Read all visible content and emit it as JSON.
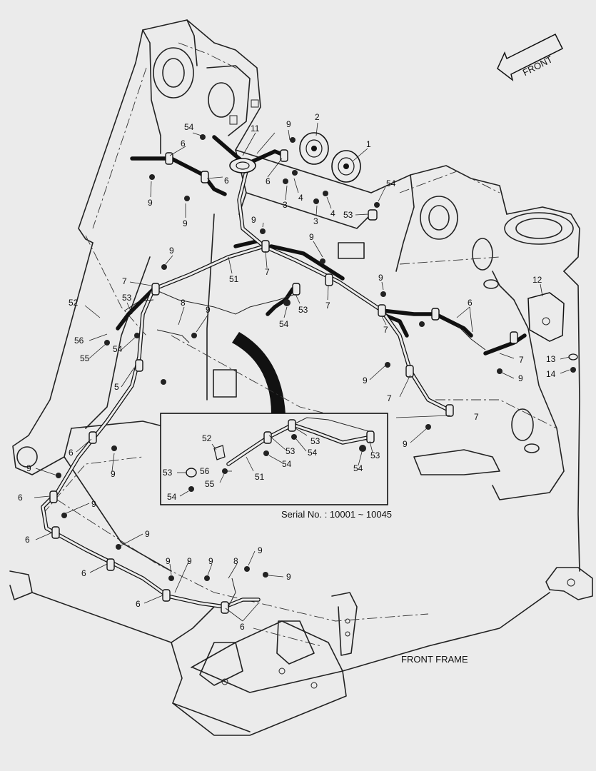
{
  "direction_arrow": {
    "label": "FRONT"
  },
  "frame_label": "FRONT FRAME",
  "inset": {
    "serial_label": "Serial No. : 10001 ~ 10045"
  },
  "callouts": {
    "c1": "1",
    "c2": "2",
    "c3a": "3",
    "c3b": "3",
    "c4a": "4",
    "c4b": "4",
    "c5": "5",
    "c6a": "6",
    "c6b": "6",
    "c6c": "6",
    "c6d": "6",
    "c6e": "6",
    "c6f": "6",
    "c6g": "6",
    "c6h": "6",
    "c6i": "6",
    "c6j": "6",
    "c7a": "7",
    "c7b": "7",
    "c7c": "7",
    "c7d": "7",
    "c7e": "7",
    "c7f": "7",
    "c7g": "7",
    "c8a": "8",
    "c8b": "8",
    "c9a": "9",
    "c9b": "9",
    "c9c": "9",
    "c9d": "9",
    "c9e": "9",
    "c9f": "9",
    "c9g": "9",
    "c9h": "9",
    "c9i": "9",
    "c9j": "9",
    "c9k": "9",
    "c9l": "9",
    "c9m": "9",
    "c9n": "9",
    "c9o": "9",
    "c9p": "9",
    "c9q": "9",
    "c9r": "9",
    "c9s": "9",
    "c11": "11",
    "c12": "12",
    "c13": "13",
    "c14": "14",
    "c51": "51",
    "c52": "52",
    "c53a": "53",
    "c53b": "53",
    "c53c": "53",
    "c54a": "54",
    "c54b": "54",
    "c54c": "54",
    "c54d": "54",
    "c55": "55",
    "c56": "56",
    "i51": "51",
    "i52": "52",
    "i53a": "53",
    "i53b": "53",
    "i53c": "53",
    "i53d": "53",
    "i54a": "54",
    "i54b": "54",
    "i54c": "54",
    "i54d": "54",
    "i55": "55",
    "i56": "56"
  }
}
